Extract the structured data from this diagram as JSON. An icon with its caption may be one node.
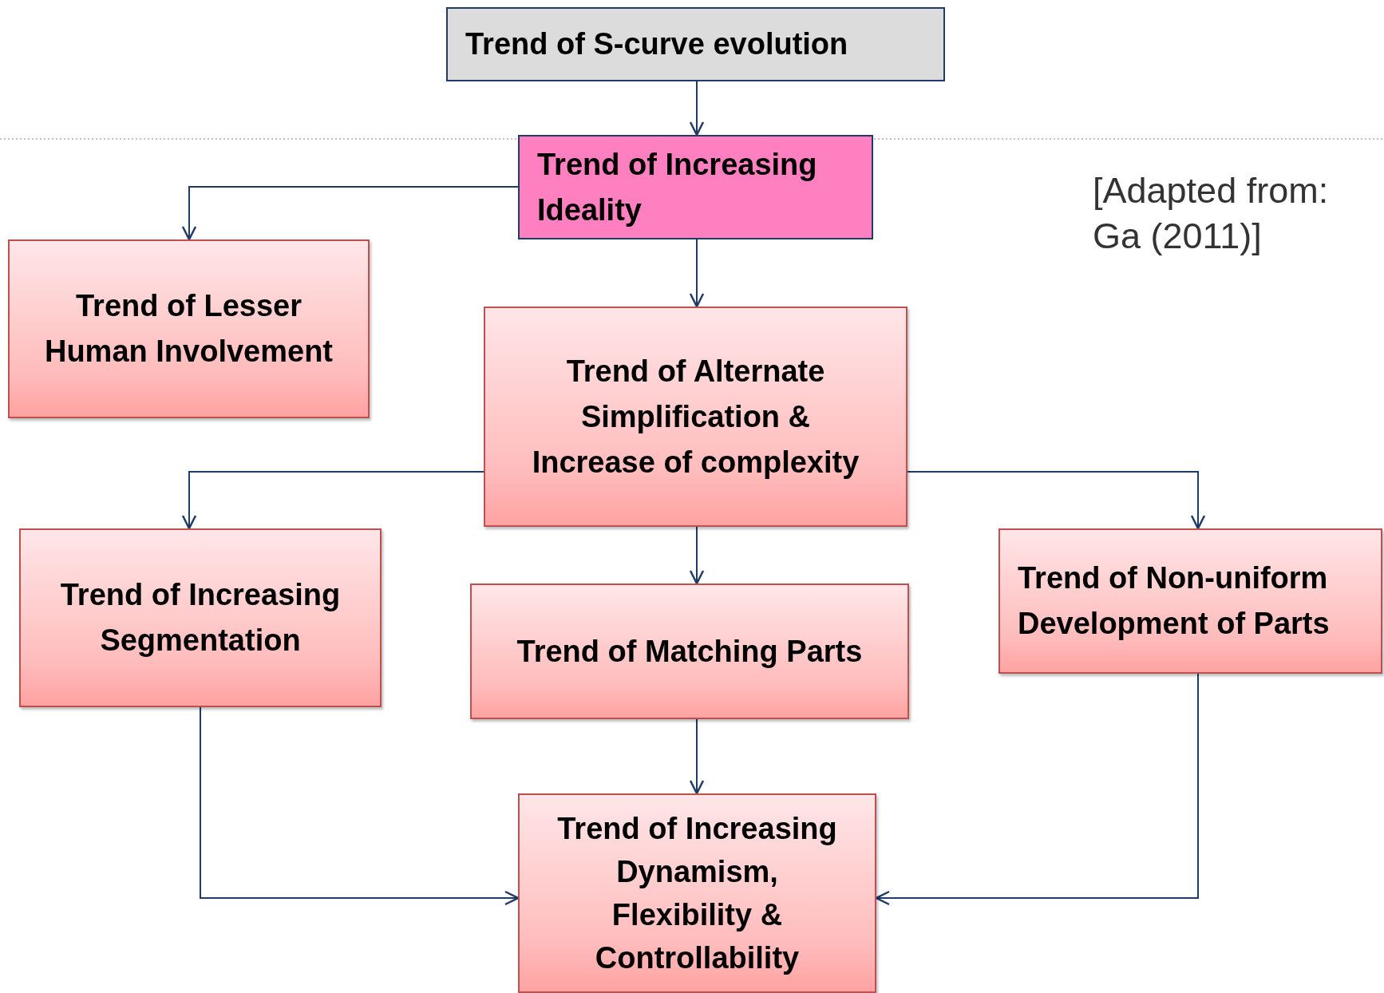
{
  "diagram": {
    "nodes": [
      {
        "text": [
          "Trend of S-curve evolution"
        ]
      },
      {
        "text": [
          "Trend of Increasing Ideality"
        ]
      },
      {
        "text": [
          "Trend of Lesser Human Involvement"
        ]
      },
      {
        "text": [
          "Trend of Alternate Simplification & Increase of complexity"
        ]
      },
      {
        "text": [
          "Trend of Increasing Segmentation"
        ]
      },
      {
        "text": [
          "Trend of Matching Parts"
        ]
      },
      {
        "text": [
          "Trend of Non-uniform Development of Parts"
        ]
      },
      {
        "text": [
          "Trend of Increasing Dynamism, Flexibility & Controllability"
        ]
      }
    ],
    "edges": [
      {
        "from": 0,
        "to": 1,
        "arrow": "to"
      },
      {
        "from": 1,
        "to": 2,
        "arrow": "to"
      },
      {
        "from": 1,
        "to": 3,
        "arrow": "to"
      },
      {
        "from": 3,
        "to": 4,
        "arrow": "to"
      },
      {
        "from": 3,
        "to": 6,
        "arrow": "to"
      },
      {
        "from": 3,
        "to": 5,
        "arrow": "to"
      },
      {
        "from": 5,
        "to": 7,
        "arrow": "to"
      },
      {
        "from": 4,
        "to": 7,
        "arrow": "to"
      },
      {
        "from": 6,
        "to": 7,
        "arrow": "to"
      }
    ],
    "labels": [
      "[Adapted from: Ga (2011)]"
    ]
  }
}
